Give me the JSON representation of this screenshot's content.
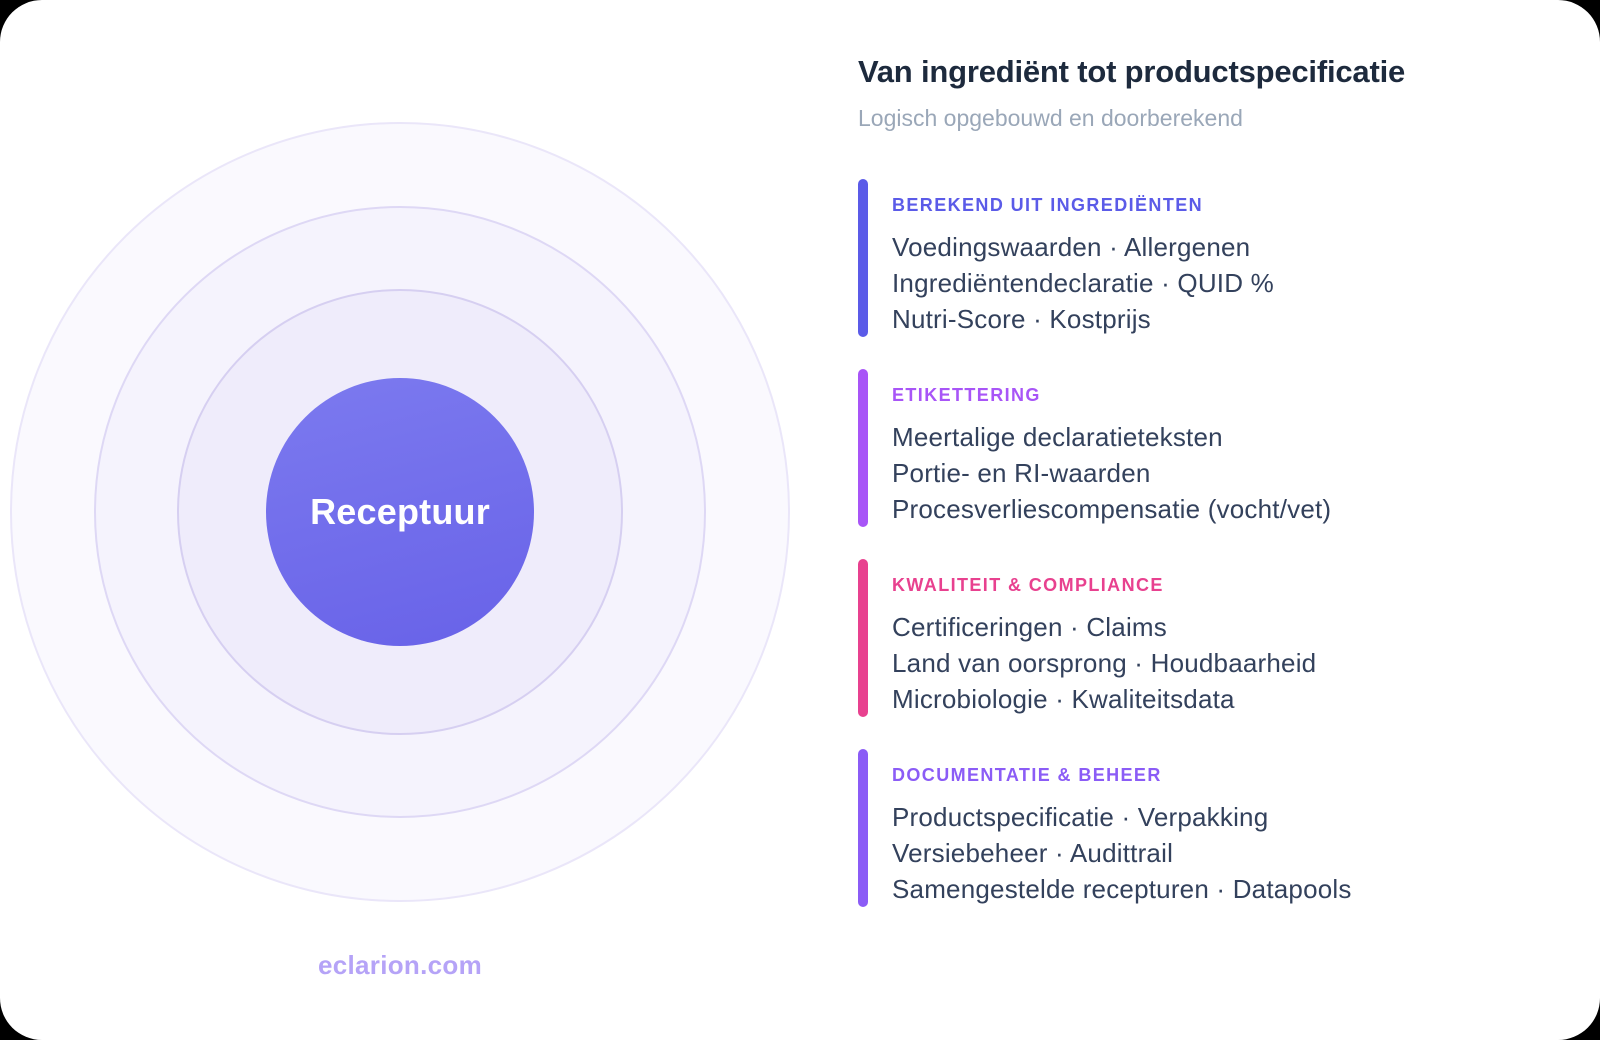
{
  "page": {
    "outside_color": "#000000",
    "card_background": "#ffffff"
  },
  "header": {
    "title": "Van ingrediënt tot productspecificatie",
    "subtitle": "Logisch opgebouwd en doorberekend",
    "title_color": "#1d2a3d",
    "subtitle_color": "#9aa7b8"
  },
  "diagram": {
    "center_label": "Receptuur",
    "center_gradient_start": "#7c7aef",
    "center_gradient_end": "#6862e8",
    "rings": [
      {
        "name": "outer",
        "fill": "#faf9fe",
        "border": "#eae6f9"
      },
      {
        "name": "middle",
        "fill": "#f5f3fd",
        "border": "#ded8f5"
      },
      {
        "name": "inner",
        "fill": "#efecfb",
        "border": "#d6cff1"
      }
    ]
  },
  "brand": {
    "website": "eclarion.com",
    "website_color": "#b5a3f7"
  },
  "sections": [
    {
      "heading": "BEREKEND UIT INGREDIËNTEN",
      "accent": "#5b5be8",
      "lines": [
        "Voedingswaarden · Allergenen",
        "Ingrediëntendeclaratie · QUID %",
        "Nutri-Score · Kostprijs"
      ]
    },
    {
      "heading": "ETIKETTERING",
      "accent": "#a855f7",
      "lines": [
        "Meertalige declaratieteksten",
        "Portie- en RI-waarden",
        "Procesverliescompensatie (vocht/vet)"
      ]
    },
    {
      "heading": "KWALITEIT & COMPLIANCE",
      "accent": "#e8418f",
      "lines": [
        "Certificeringen · Claims",
        "Land van oorsprong · Houdbaarheid",
        "Microbiologie · Kwaliteitsdata"
      ]
    },
    {
      "heading": "DOCUMENTATIE & BEHEER",
      "accent": "#8b5cf6",
      "lines": [
        "Productspecificatie · Verpakking",
        "Versiebeheer · Audittrail",
        "Samengestelde recepturen · Datapools"
      ]
    }
  ]
}
